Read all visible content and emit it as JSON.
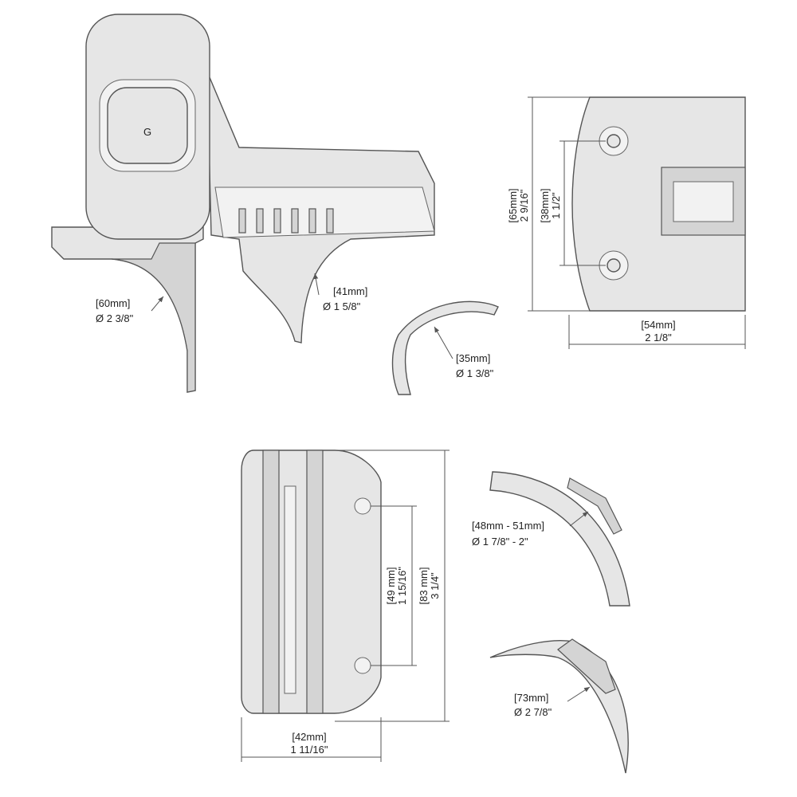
{
  "colors": {
    "part_fill": "#e6e6e6",
    "outline": "#555555",
    "text": "#222222"
  },
  "logo_letter": "G",
  "dims": {
    "large_mount": {
      "metric": "[60mm]",
      "imperial": "Ø 2 3/8\""
    },
    "medium_mount": {
      "metric": "[41mm]",
      "imperial": "Ø 1 5/8\""
    },
    "small_insert": {
      "metric": "[35mm]",
      "imperial": "Ø 1 3/8\""
    },
    "height_overall": {
      "metric": "[65mm]",
      "imperial": "2 9/16\""
    },
    "hole_spacing_side": {
      "metric": "[38mm]",
      "imperial": "1 1/2\""
    },
    "width_side": {
      "metric": "[54mm]",
      "imperial": "2 1/8\""
    },
    "hole_spacing_front": {
      "metric": "[49 mm]",
      "imperial": "1 15/16\""
    },
    "height_front": {
      "metric": "[83 mm]",
      "imperial": "3 1/4\""
    },
    "width_front": {
      "metric": "[42mm]",
      "imperial": "1 11/16\""
    },
    "range_insert": {
      "metric": "[48mm - 51mm]",
      "imperial": "Ø 1 7/8\" - 2\""
    },
    "large_insert": {
      "metric": "[73mm]",
      "imperial": "Ø 2 7/8\""
    }
  }
}
